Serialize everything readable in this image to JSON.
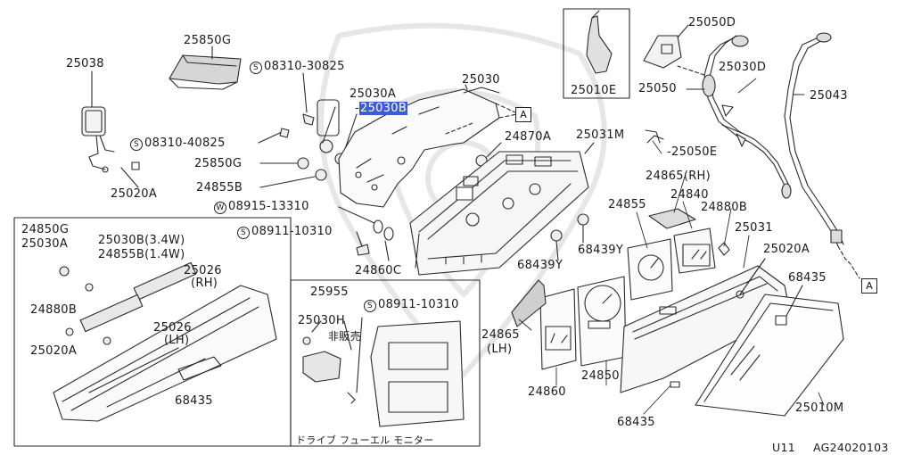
{
  "diagram": {
    "parts": {
      "p25038": "25038",
      "p25850G_top": "25850G",
      "p08310_30825": "08310-30825",
      "p25030A_top": "25030A",
      "p25030B_top": "25030B",
      "p25030": "25030",
      "p08310_40825": "08310-40825",
      "p25850G_mid": "25850G",
      "p24870A": "24870A",
      "p25031M": "25031M",
      "p24855B_mid": "24855B",
      "p25020A_left": "25020A",
      "p08915_13310": "08915-13310",
      "p08911_10310_mid": "08911-10310",
      "p24860C": "24860C",
      "p25010E": "25010E",
      "p25050D": "25050D",
      "p25030D": "25030D",
      "p25050": "25050",
      "p25043": "25043",
      "p25050E": "25050E",
      "p24865RH": "24865(RH)",
      "p24840": "24840",
      "p24855": "24855",
      "p24880B_right": "24880B",
      "p25031": "25031",
      "p25020A_right": "25020A",
      "p68439Y_a": "68439Y",
      "p68439Y_b": "68439Y",
      "p68435_right": "68435",
      "p24865LH_1": "24865",
      "p24865LH_2": "(LH)",
      "p24850": "24850",
      "p24860": "24860",
      "p68435_bottom": "68435",
      "p25010M": "25010M"
    },
    "inset_left": {
      "p24850G": "24850G",
      "p25030A": "25030A",
      "p25030B_note": "25030B(3.4W)",
      "p24855B_note": "24855B(1.4W)",
      "p25026_1": "25026",
      "p25026_rh": "(RH)",
      "p24880B": "24880B",
      "p25026_2": "25026",
      "p25026_lh": "(LH)",
      "p25020A": "25020A",
      "p68435": "68435"
    },
    "inset_right": {
      "p25955": "25955",
      "p25030H": "25030H",
      "p08911_10310": "08911-10310",
      "not_for_sale": "非販売",
      "caption": "ドライブ フューエル モニター"
    },
    "ref_box_label": "A",
    "screw_symbol": "S",
    "washer_symbol": "W",
    "footer": {
      "code1": "U11",
      "code2": "AG24020103"
    },
    "line_color": "#2a2a2a",
    "highlight_color": "#3b5bd8"
  }
}
